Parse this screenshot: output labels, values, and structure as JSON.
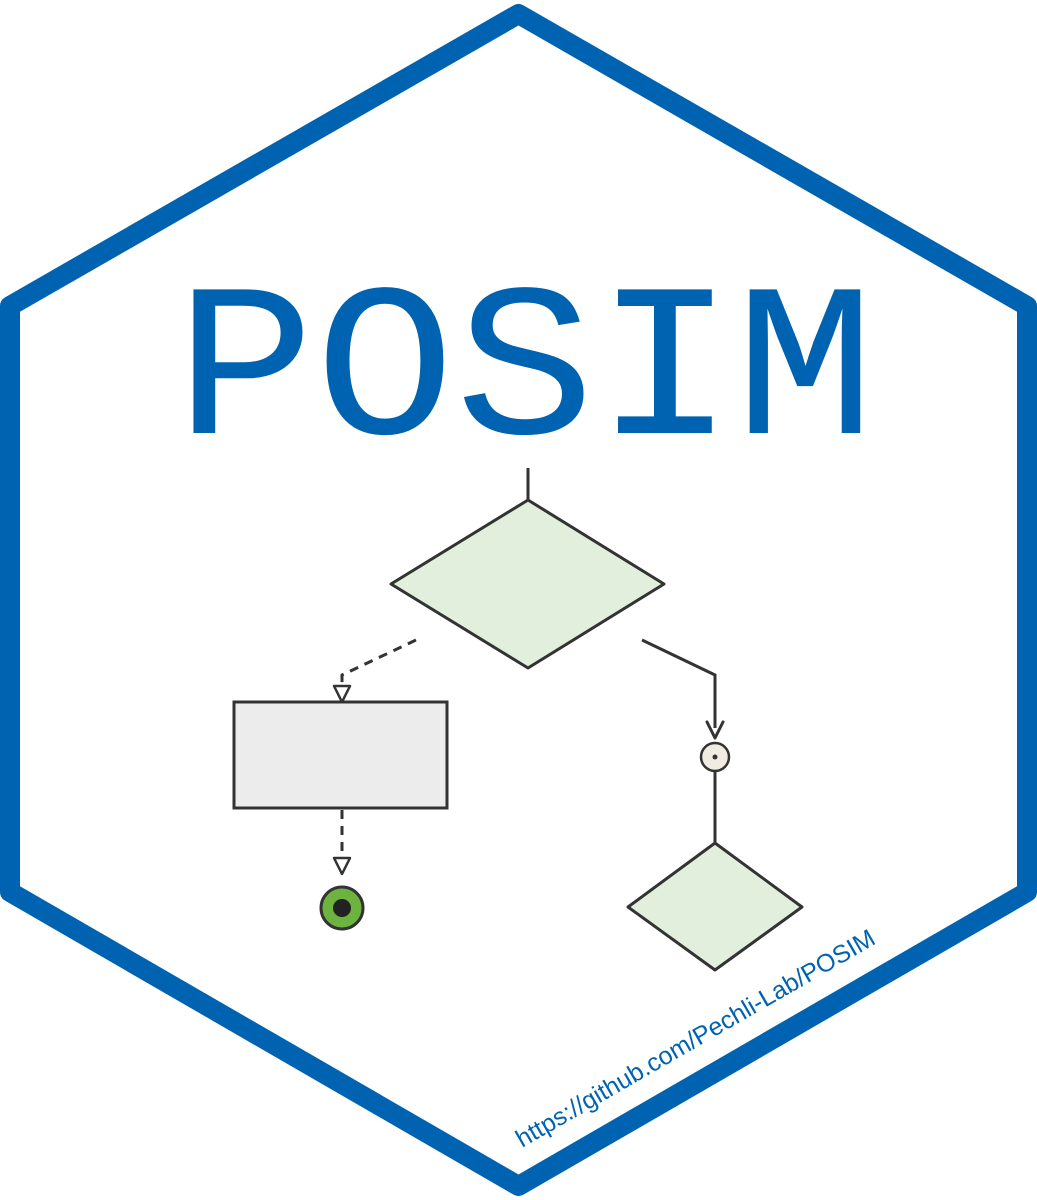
{
  "sticker": {
    "title": "POSIM",
    "url": "https://github.com/Pechli-Lab/POSIM"
  },
  "colors": {
    "brand_blue": "#0063b1",
    "background": "#ffffff",
    "line": "#333333",
    "decision_fill": "#e1efdc",
    "process_fill": "#ececec",
    "merge_fill": "#f1ece1",
    "end_node_outer": "#6db33f"
  },
  "icons": [
    "hexagon-border",
    "decision-diamond-icon",
    "process-box-icon",
    "merge-node-icon",
    "end-node-icon"
  ]
}
